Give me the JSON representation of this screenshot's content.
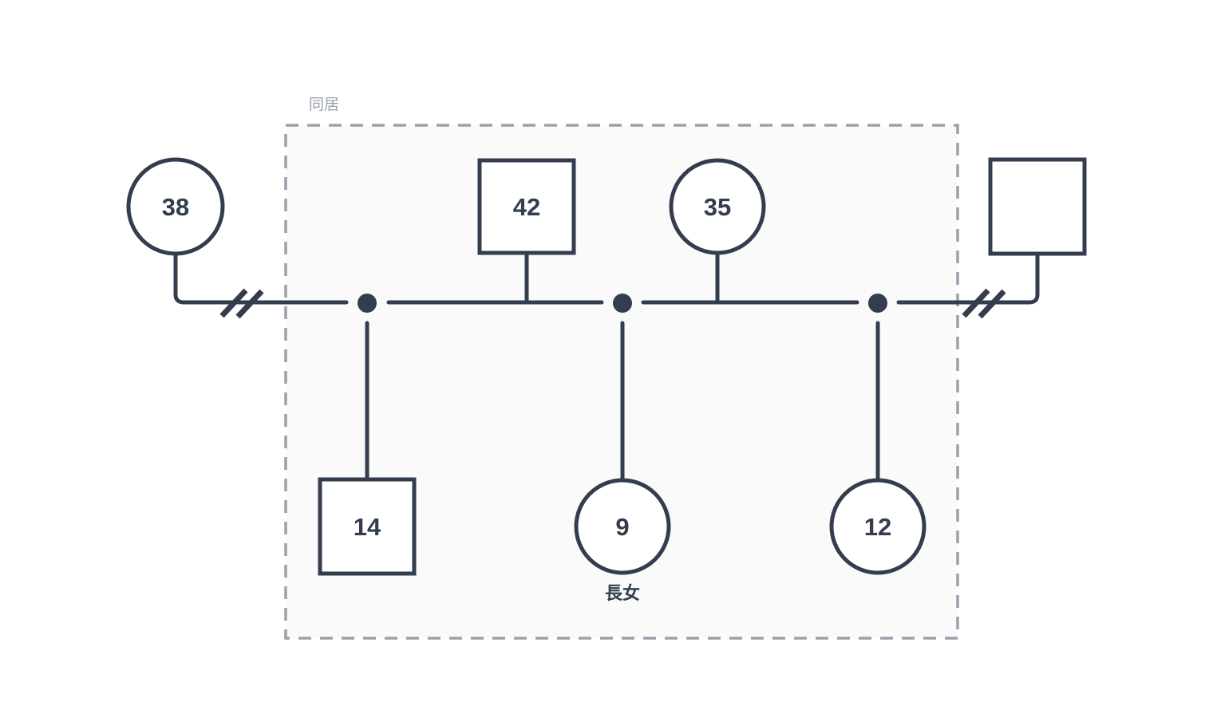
{
  "diagram": {
    "type": "genogram",
    "household": {
      "label": "同居"
    },
    "nodes": {
      "female_38": {
        "shape": "circle",
        "value": "38"
      },
      "male_42": {
        "shape": "square",
        "value": "42"
      },
      "female_35": {
        "shape": "circle",
        "value": "35"
      },
      "male_unlabeled": {
        "shape": "square",
        "value": ""
      },
      "male_14": {
        "shape": "square",
        "value": "14"
      },
      "female_9": {
        "shape": "circle",
        "value": "9",
        "label": "長女"
      },
      "female_12": {
        "shape": "circle",
        "value": "12"
      }
    },
    "colors": {
      "line": "#333d4e",
      "node_fill": "#ffffff",
      "household_border": "#9aa1ac",
      "household_fill": "#fafafa",
      "household_label": "#9aa0ab"
    }
  }
}
